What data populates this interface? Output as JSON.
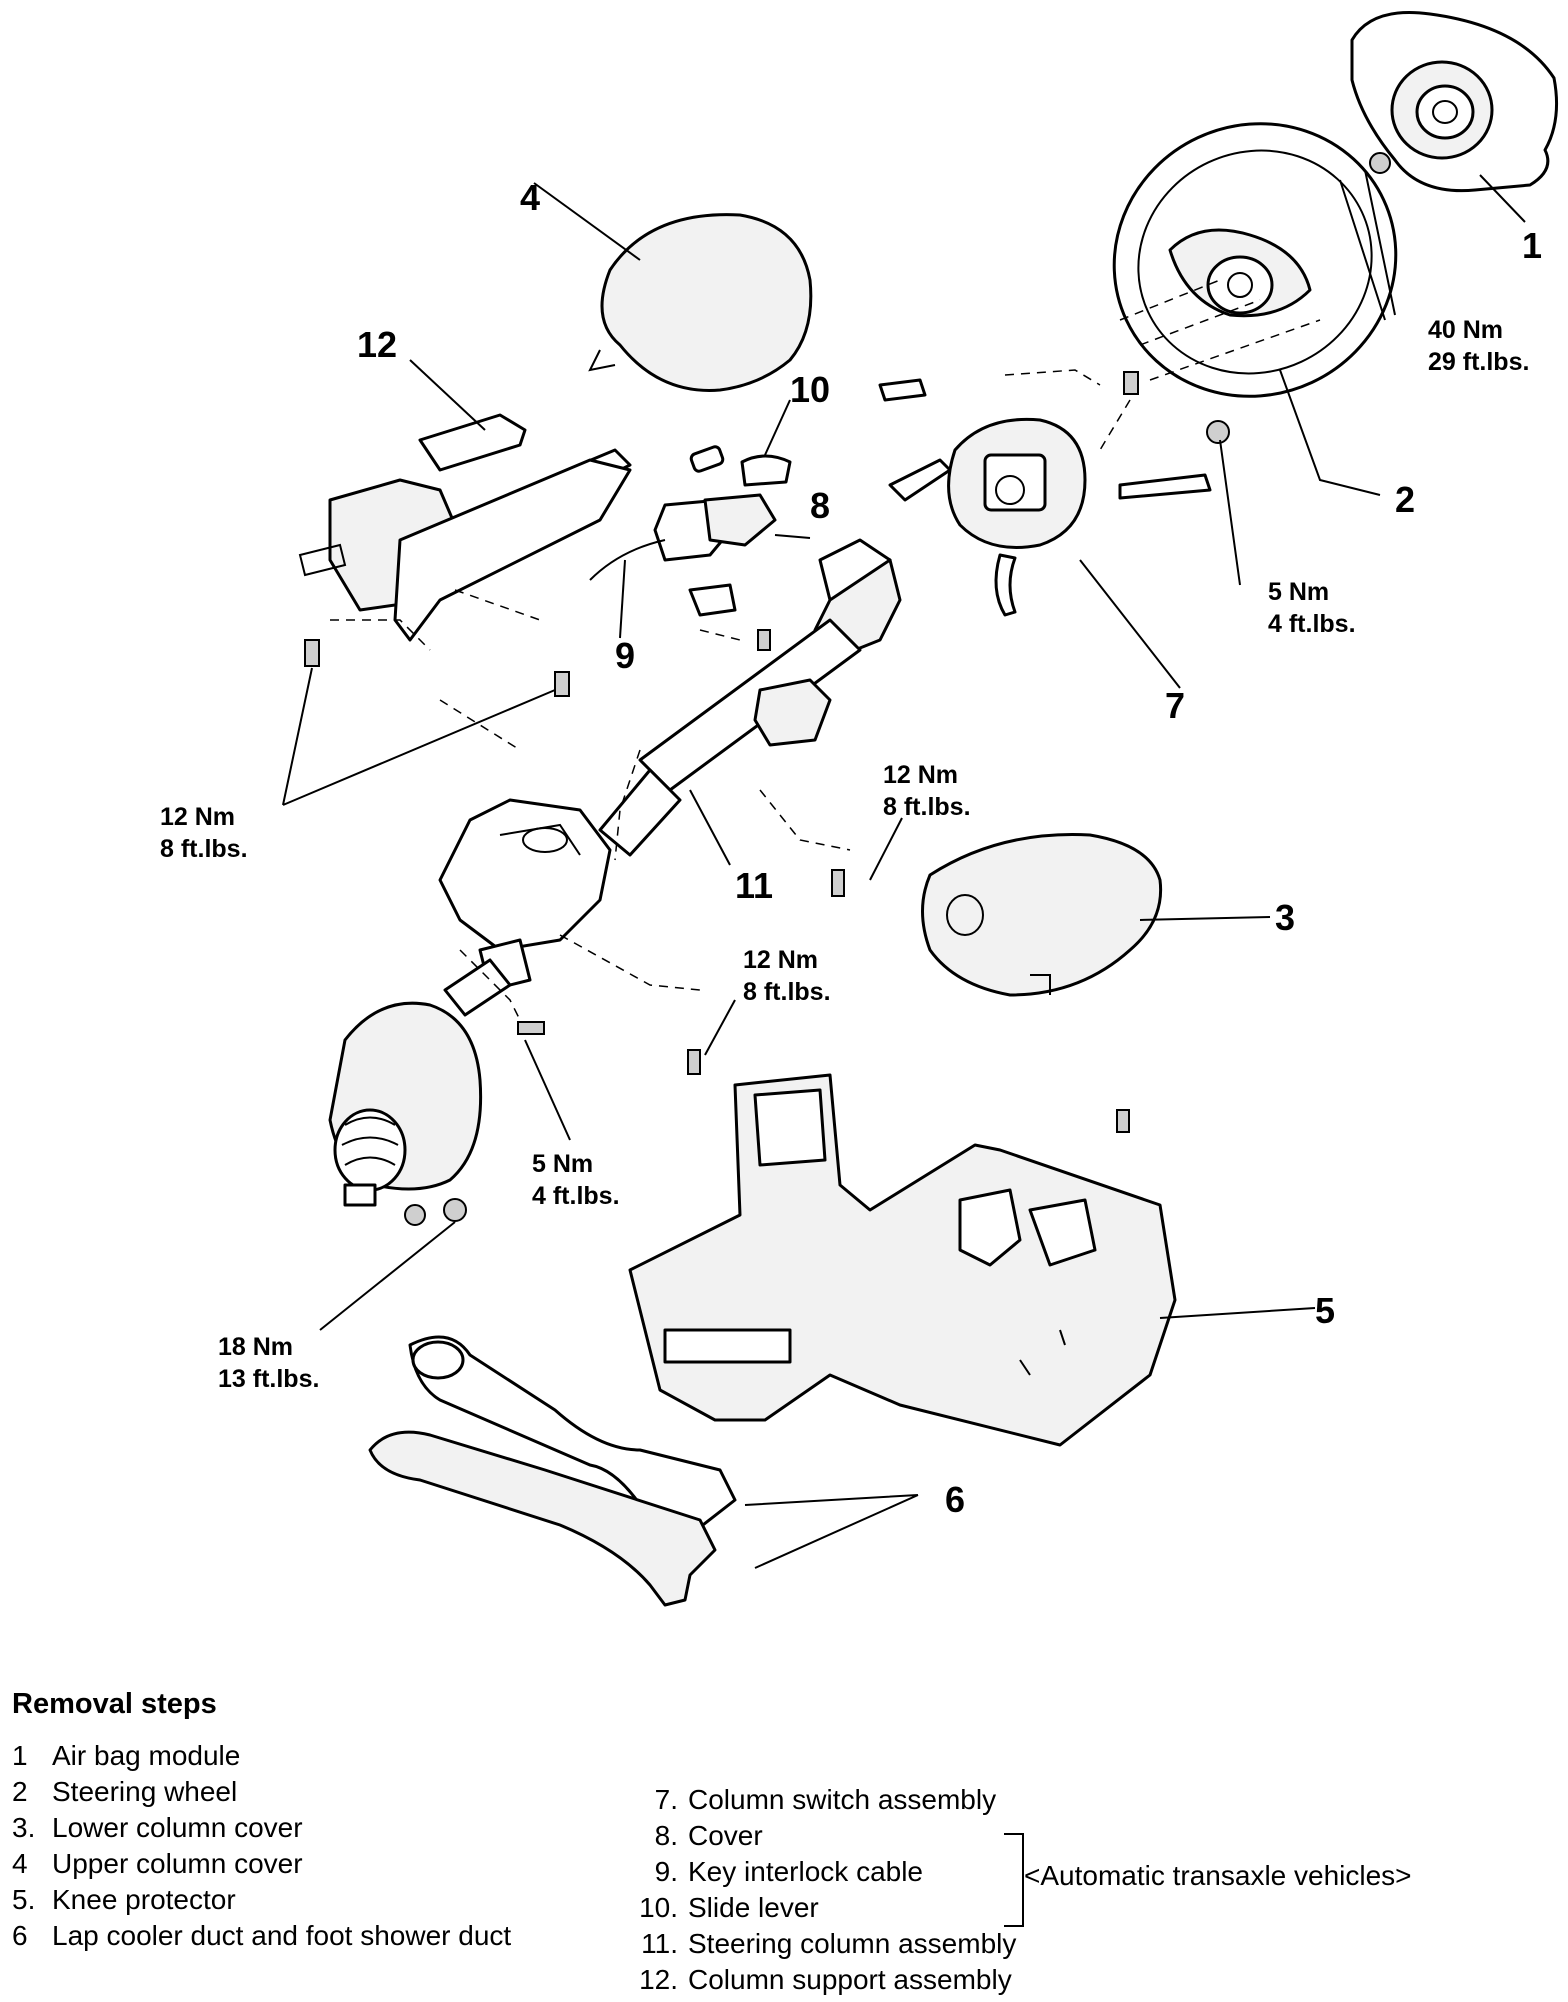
{
  "callouts": [
    "1",
    "2",
    "3",
    "4",
    "5",
    "6",
    "7",
    "8",
    "9",
    "10",
    "11",
    "12"
  ],
  "torques": {
    "t40": [
      "40 Nm",
      "29 ft.lbs."
    ],
    "t5a": [
      "5 Nm",
      "4 ft.lbs."
    ],
    "t12a": [
      "12 Nm",
      "8 ft.lbs."
    ],
    "t12b": [
      "12 Nm",
      "8 ft.lbs."
    ],
    "t12c": [
      "12 Nm",
      "8 ft.lbs."
    ],
    "t5b": [
      "5 Nm",
      "4 ft.lbs."
    ],
    "t18": [
      "18 Nm",
      "13 ft.lbs."
    ]
  },
  "legend": {
    "title": "Removal steps",
    "left_steps": [
      {
        "num": "1",
        "label": "Air bag module"
      },
      {
        "num": "2",
        "label": "Steering wheel"
      },
      {
        "num": "3.",
        "label": "Lower column cover"
      },
      {
        "num": "4",
        "label": "Upper column cover"
      },
      {
        "num": "5.",
        "label": "Knee protector"
      },
      {
        "num": "6",
        "label": "Lap cooler duct and foot shower duct"
      }
    ],
    "right_steps": [
      {
        "num": "7.",
        "label": "Column switch assembly"
      },
      {
        "num": "8.",
        "label": "Cover"
      },
      {
        "num": "9.",
        "label": "Key interlock cable"
      },
      {
        "num": "10.",
        "label": "Slide lever"
      },
      {
        "num": "11.",
        "label": "Steering column assembly"
      },
      {
        "num": "12.",
        "label": "Column support assembly"
      }
    ],
    "bracket_note": "<Automatic transaxle vehicles>"
  }
}
